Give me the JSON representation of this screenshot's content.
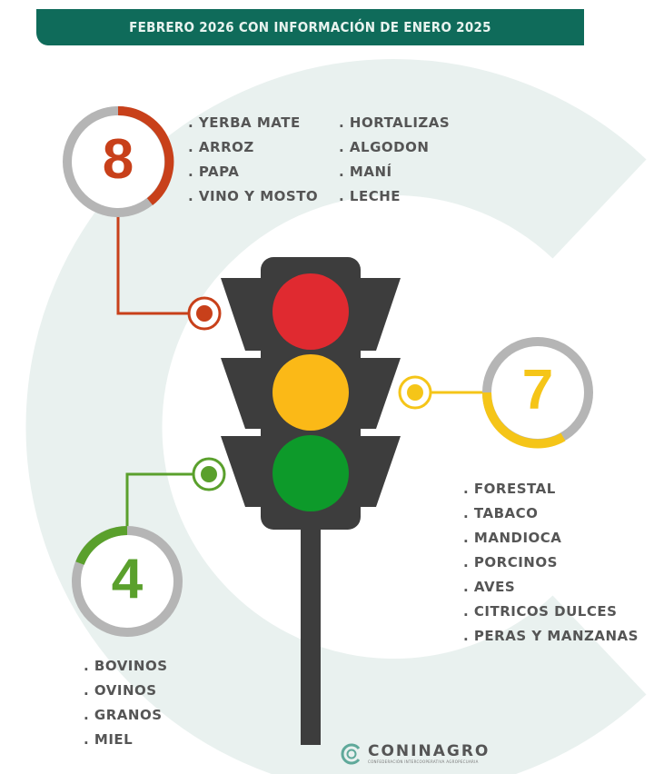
{
  "header": {
    "title": "FEBRERO 2026 CON INFORMACIÓN DE ENERO 2025"
  },
  "groups": {
    "red": {
      "count": "8",
      "color": "#c8401a",
      "items_col1": [
        ". YERBA MATE",
        ". ARROZ",
        ". PAPA",
        ". VINO Y MOSTO"
      ],
      "items_col2": [
        ". HORTALIZAS",
        ". ALGODON",
        ". MANÍ",
        ". LECHE"
      ]
    },
    "yellow": {
      "count": "7",
      "color": "#f5c518",
      "items": [
        ". FORESTAL",
        ". TABACO",
        ". MANDIOCA",
        ". PORCINOS",
        ". AVES",
        ". CITRICOS DULCES",
        ". PERAS Y MANZANAS"
      ]
    },
    "green": {
      "count": "4",
      "color": "#5aa02c",
      "items": [
        ". BOVINOS",
        ". OVINOS",
        ". GRANOS",
        ". MIEL"
      ]
    }
  },
  "logo": {
    "name": "CONINAGRO",
    "subtitle": "CONFEDERACIÓN INTERCOOPERATIVA AGROPECUARIA"
  }
}
